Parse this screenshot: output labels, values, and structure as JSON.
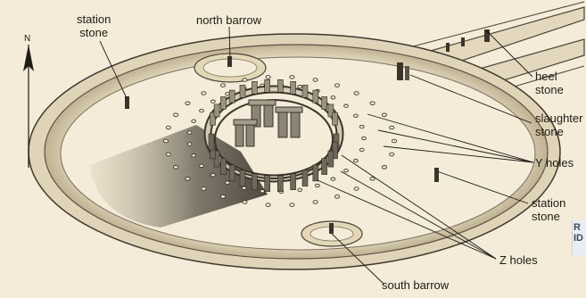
{
  "compass": {
    "letter": "N",
    "icon": "north-arrow-icon"
  },
  "labels": {
    "north_barrow": "north barrow",
    "station_stone_nw": "station\nstone",
    "heel_stone": "heel\nstone",
    "slaughter_stone": "slaughter\nstone",
    "y_holes": "Y holes",
    "station_stone_se": "station\nstone",
    "z_holes": "Z holes",
    "south_barrow": "south barrow"
  },
  "edge_fragment": {
    "text": "R\nID"
  },
  "colors": {
    "background": "#f4ecd9",
    "ink": "#1e1a14",
    "bank_shade": "#cfc3a6",
    "stone_fill": "#8c8475",
    "stone_dark": "#3a342b"
  }
}
